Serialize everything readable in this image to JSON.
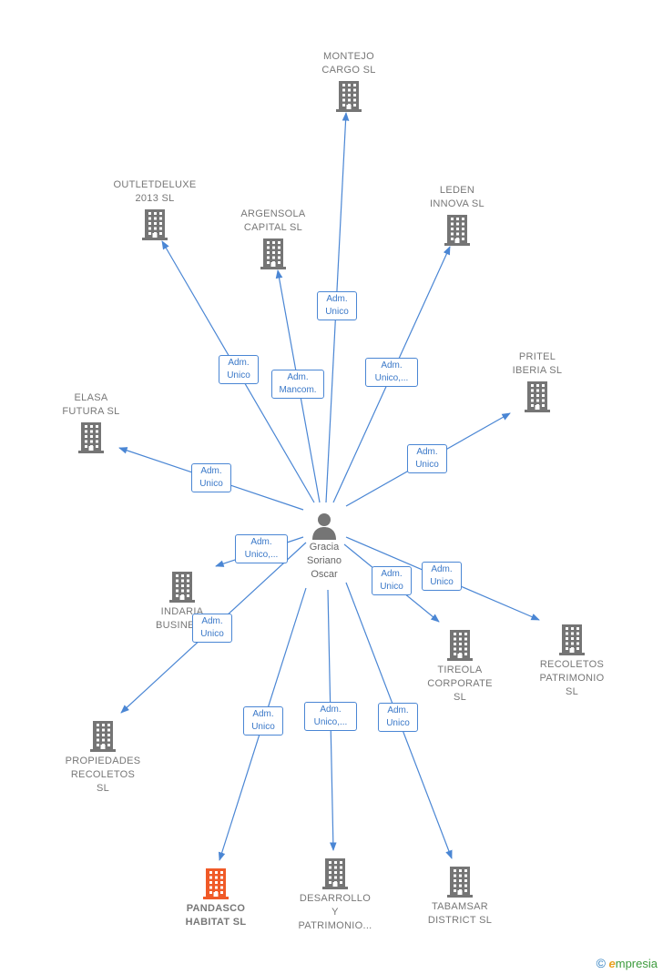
{
  "center": {
    "name": "Gracia\nSoriano\nOscar"
  },
  "companies": [
    {
      "id": "montejo",
      "name": "MONTEJO\nCARGO SL",
      "highlight": false
    },
    {
      "id": "outletdeluxe",
      "name": "OUTLETDELUXE\n2013 SL",
      "highlight": false
    },
    {
      "id": "argensola",
      "name": "ARGENSOLA\nCAPITAL SL",
      "highlight": false
    },
    {
      "id": "leden",
      "name": "LEDEN\nINNOVA SL",
      "highlight": false
    },
    {
      "id": "pritel",
      "name": "PRITEL\nIBERIA SL",
      "highlight": false
    },
    {
      "id": "elasa",
      "name": "ELASA\nFUTURA SL",
      "highlight": false
    },
    {
      "id": "indaria",
      "name": "INDARIA\nBUSINESS",
      "highlight": false
    },
    {
      "id": "tireola",
      "name": "TIREOLA\nCORPORATE\nSL",
      "highlight": false
    },
    {
      "id": "recoletos_patrimonio",
      "name": "RECOLETOS\nPATRIMONIO\nSL",
      "highlight": false
    },
    {
      "id": "propiedades",
      "name": "PROPIEDADES\nRECOLETOS\nSL",
      "highlight": false
    },
    {
      "id": "pandasco",
      "name": "PANDASCO\nHABITAT SL",
      "highlight": true
    },
    {
      "id": "desarrollo",
      "name": "DESARROLLO\nY\nPATRIMONIO...",
      "highlight": false
    },
    {
      "id": "tabamsar",
      "name": "TABAMSAR\nDISTRICT SL",
      "highlight": false
    }
  ],
  "relations": [
    {
      "to": "montejo",
      "role": "Adm.\nUnico"
    },
    {
      "to": "outletdeluxe",
      "role": "Adm.\nUnico"
    },
    {
      "to": "argensola",
      "role": "Adm.\nMancom."
    },
    {
      "to": "leden",
      "role": "Adm.\nUnico,..."
    },
    {
      "to": "pritel",
      "role": "Adm.\nUnico"
    },
    {
      "to": "elasa",
      "role": "Adm.\nUnico"
    },
    {
      "to": "indaria",
      "role": "Adm.\nUnico,..."
    },
    {
      "to": "tireola",
      "role": "Adm.\nUnico"
    },
    {
      "to": "recoletos_patrimonio",
      "role": "Adm.\nUnico"
    },
    {
      "to": "propiedades",
      "role": "Adm.\nUnico"
    },
    {
      "to": "pandasco",
      "role": "Adm.\nUnico"
    },
    {
      "to": "desarrollo",
      "role": "Adm.\nUnico,..."
    },
    {
      "to": "tabamsar",
      "role": "Adm.\nUnico"
    }
  ],
  "colors": {
    "edge": "#4a86d4",
    "building": "#757575",
    "building_highlight": "#f05a28",
    "person": "#757575"
  },
  "brand": {
    "copyright": "©",
    "initial": "e",
    "name": "mpresia"
  }
}
